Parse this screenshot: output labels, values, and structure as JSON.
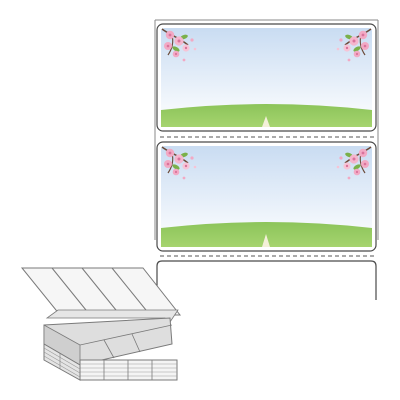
{
  "product": {
    "description_visible": false
  },
  "labels": [
    {
      "theme": "cherry-blossom-spring-path"
    },
    {
      "theme": "cherry-blossom-spring-path"
    },
    {
      "theme": "blank"
    }
  ],
  "colors": {
    "sheet_border": "#8a8a8a",
    "label_border": "#4a4a4a",
    "sky_top": "#c9dcf2",
    "sky_bottom": "#ffffff",
    "grass": "#8cc45a",
    "grass_dark": "#6aa83e",
    "path": "#f4f0d8",
    "blossom": "#f2a9c4",
    "blossom_dark": "#d9739c",
    "branch": "#6b4b3a",
    "leaf": "#7ab04a",
    "fanfold_face": "#f4f4f4",
    "fanfold_shade": "#d8d8d8",
    "fanfold_edge": "#7a7a7a"
  }
}
